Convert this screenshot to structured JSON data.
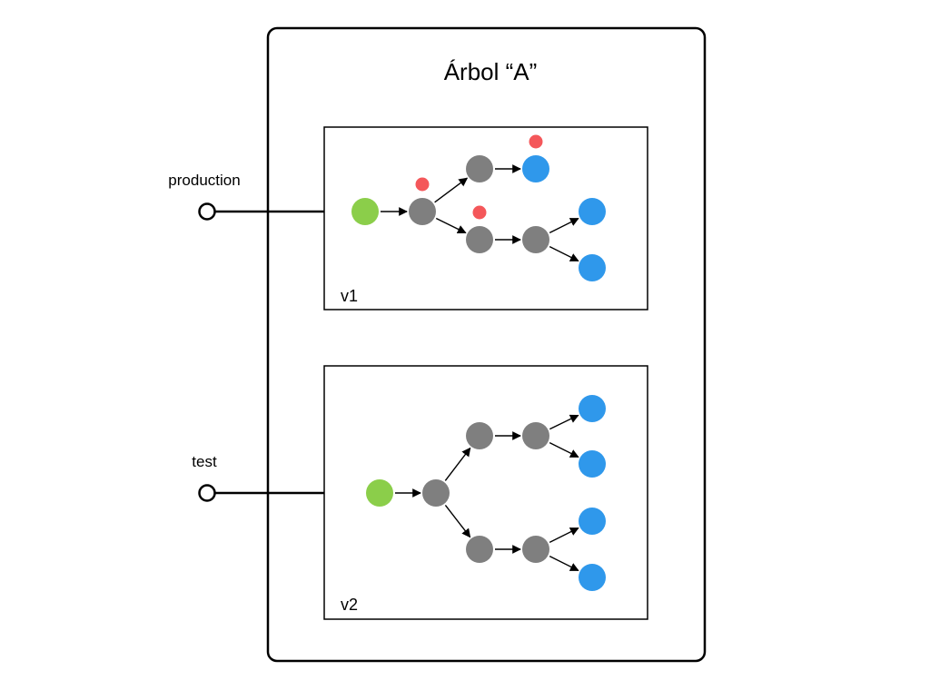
{
  "tree": {
    "title": "Árbol “A”"
  },
  "environments": [
    {
      "label": "production",
      "version": "v1"
    },
    {
      "label": "test",
      "version": "v2"
    }
  ],
  "versions": [
    {
      "label": "v1",
      "nodes": [
        {
          "id": "r",
          "kind": "root"
        },
        {
          "id": "a",
          "kind": "internal",
          "marker": true
        },
        {
          "id": "b",
          "kind": "internal"
        },
        {
          "id": "c",
          "kind": "leaf",
          "marker": true
        },
        {
          "id": "d",
          "kind": "internal",
          "marker": true
        },
        {
          "id": "e",
          "kind": "internal"
        },
        {
          "id": "f",
          "kind": "leaf"
        },
        {
          "id": "g",
          "kind": "leaf"
        }
      ],
      "edges": [
        [
          "r",
          "a"
        ],
        [
          "a",
          "b"
        ],
        [
          "b",
          "c"
        ],
        [
          "a",
          "d"
        ],
        [
          "d",
          "e"
        ],
        [
          "e",
          "f"
        ],
        [
          "e",
          "g"
        ]
      ]
    },
    {
      "label": "v2",
      "nodes": [
        {
          "id": "r",
          "kind": "root"
        },
        {
          "id": "a",
          "kind": "internal"
        },
        {
          "id": "b",
          "kind": "internal"
        },
        {
          "id": "c",
          "kind": "internal"
        },
        {
          "id": "d",
          "kind": "leaf"
        },
        {
          "id": "e",
          "kind": "leaf"
        },
        {
          "id": "f",
          "kind": "internal"
        },
        {
          "id": "g",
          "kind": "internal"
        },
        {
          "id": "h",
          "kind": "leaf"
        },
        {
          "id": "i",
          "kind": "leaf"
        }
      ],
      "edges": [
        [
          "r",
          "a"
        ],
        [
          "a",
          "b"
        ],
        [
          "b",
          "c"
        ],
        [
          "c",
          "d"
        ],
        [
          "c",
          "e"
        ],
        [
          "a",
          "f"
        ],
        [
          "f",
          "g"
        ],
        [
          "g",
          "h"
        ],
        [
          "g",
          "i"
        ]
      ]
    }
  ],
  "colors": {
    "root": "#8bce4a",
    "internal": "#7f7f7f",
    "leaf": "#2f98eb",
    "marker": "#f4575a",
    "line": "#000000"
  }
}
